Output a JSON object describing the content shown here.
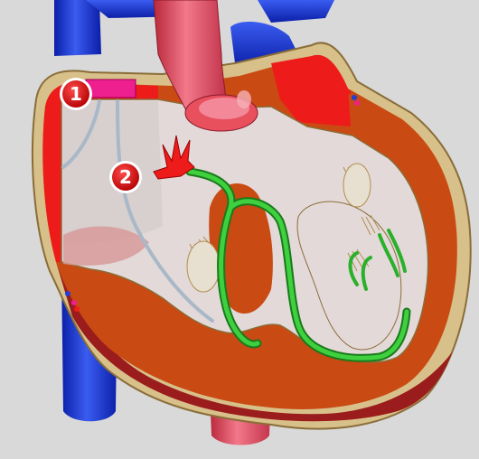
{
  "markers": [
    {
      "id": "1",
      "label": "1"
    },
    {
      "id": "2",
      "label": "2"
    }
  ],
  "colors": {
    "background": "#d9d9d9",
    "vein_blue": "#1f3fd6",
    "artery_red": "#e8505e",
    "atrium_red": "#ee1b1b",
    "myocardium": "#c94a12",
    "pericardium_dark": "#9a1c1c",
    "outer_tan": "#d8c08a",
    "chamber_fill": "#e3d9d9",
    "purkinje_green": "#2bb02b",
    "pulmonary_vein_gray": "#a9b8c7",
    "marker_red": "#cc1111",
    "marker_link_magenta": "#ee1f8f"
  }
}
